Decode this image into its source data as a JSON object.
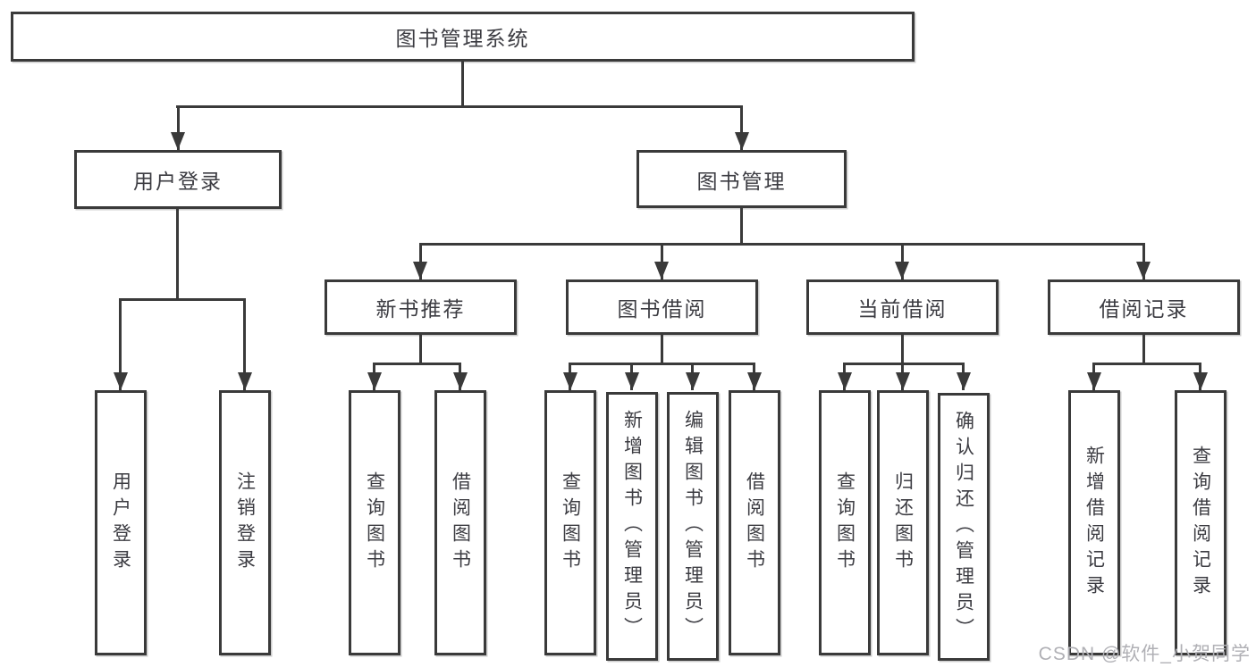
{
  "colors": {
    "line": "#3a3a3a",
    "text": "#3c3c42",
    "box_bg": "#ffffff",
    "watermark": "#b0b0b5"
  },
  "tree": {
    "root": {
      "label": "图书管理系统"
    },
    "branches": [
      {
        "label": "用户登录",
        "children": [
          {
            "label": "用户登录"
          },
          {
            "label": "注销登录"
          }
        ]
      },
      {
        "label": "图书管理",
        "children": [
          {
            "label": "新书推荐",
            "children": [
              {
                "label": "查询图书"
              },
              {
                "label": "借阅图书"
              }
            ]
          },
          {
            "label": "图书借阅",
            "children": [
              {
                "label": "查询图书"
              },
              {
                "label": "新增图书（管理员）"
              },
              {
                "label": "编辑图书（管理员）"
              },
              {
                "label": "借阅图书"
              }
            ]
          },
          {
            "label": "当前借阅",
            "children": [
              {
                "label": "查询图书"
              },
              {
                "label": "归还图书"
              },
              {
                "label": "确认归还（管理员）"
              }
            ]
          },
          {
            "label": "借阅记录",
            "children": [
              {
                "label": "新增借阅记录"
              },
              {
                "label": "查询借阅记录"
              }
            ]
          }
        ]
      }
    ]
  },
  "watermark": {
    "text": "CSDN @软件_小贺同学"
  }
}
